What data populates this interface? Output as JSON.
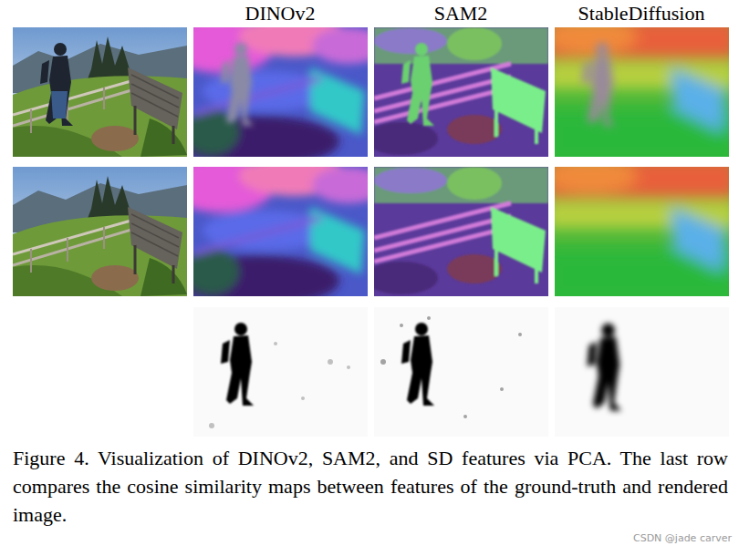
{
  "diagram": {
    "caption": "Figure 4. Visualization of DINOv2, SAM2, and SD features via PCA. The last row compares the cosine similarity maps between features of the ground-truth and rendered image.",
    "labels": [
      "DINOv2",
      "SAM2",
      "StableDiffusion",
      "CSDN @jade carver"
    ]
  }
}
